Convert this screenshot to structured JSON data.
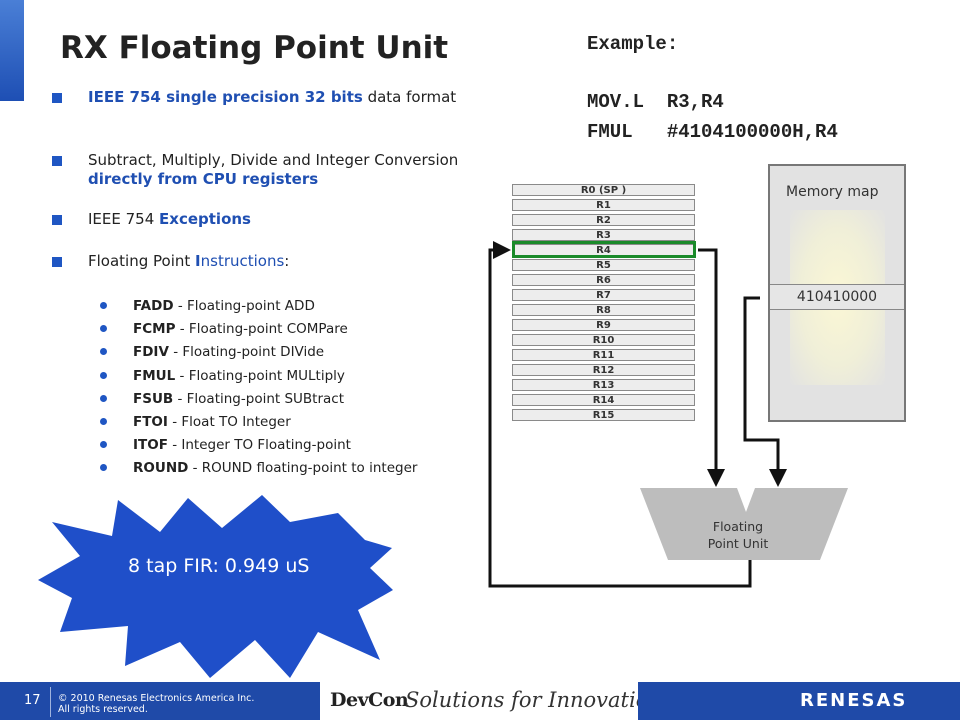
{
  "title": "RX Floating Point Unit",
  "bullets": [
    {
      "parts": [
        {
          "t": "IEEE 754 single precision 32 bits",
          "style": "hl"
        },
        {
          "t": " data format",
          "style": ""
        }
      ]
    },
    {
      "parts": [
        {
          "t": "Subtract, Multiply, Divide and Integer Conversion ",
          "style": ""
        },
        {
          "t": "directly from CPU registers",
          "style": "hl"
        }
      ]
    },
    {
      "parts": [
        {
          "t": "IEEE 754 ",
          "style": ""
        },
        {
          "t": "Exceptions",
          "style": "hl"
        }
      ]
    },
    {
      "parts": [
        {
          "t": "Floating Point ",
          "style": ""
        },
        {
          "t": "I",
          "style": "hl"
        },
        {
          "t": "nstructions",
          "style": "blue"
        },
        {
          "t": ":",
          "style": ""
        }
      ]
    }
  ],
  "instructions": [
    {
      "name": "FADD",
      "desc": " - Floating-point ADD"
    },
    {
      "name": "FCMP",
      "desc": " - Floating-point COMPare"
    },
    {
      "name": "FDIV",
      "desc": " - Floating-point DIVide"
    },
    {
      "name": "FMUL",
      "desc": " - Floating-point MULtiply"
    },
    {
      "name": "FSUB",
      "desc": " - Floating-point SUBtract"
    },
    {
      "name": "FTOI",
      "desc": " - Float TO Integer"
    },
    {
      "name": "ITOF",
      "desc": " - Integer TO Floating-point"
    },
    {
      "name": "ROUND",
      "desc": " - ROUND floating-point to integer"
    }
  ],
  "example": {
    "label": "Example:",
    "line1": "MOV.L  R3,R4",
    "line2": "FMUL   #4104100000H,R4"
  },
  "registers": [
    "R0 (SP )",
    "R1",
    "R2",
    "R3",
    "R4",
    "R5",
    "R6",
    "R7",
    "R8",
    "R9",
    "R10",
    "R11",
    "R12",
    "R13",
    "R14",
    "R15"
  ],
  "highlighted_register": "R4",
  "memory": {
    "label": "Memory map",
    "value": "410410000"
  },
  "fpu": {
    "label_line1": "Floating",
    "label_line2": "Point Unit"
  },
  "burst": {
    "text": "8 tap FIR: 0.949 uS"
  },
  "footer": {
    "page_number": "17",
    "copyright_line1": "© 2010 Renesas Electronics America Inc.",
    "copyright_line2": "All rights reserved.",
    "event_logo": "DevCon",
    "tagline": "Solutions for Innovation",
    "company_logo": "RENESAS"
  },
  "colors": {
    "accent": "#1f56c3",
    "highlight": "#1a8a2a",
    "burst": "#1f4fc9",
    "footer": "#1f4aa8"
  }
}
